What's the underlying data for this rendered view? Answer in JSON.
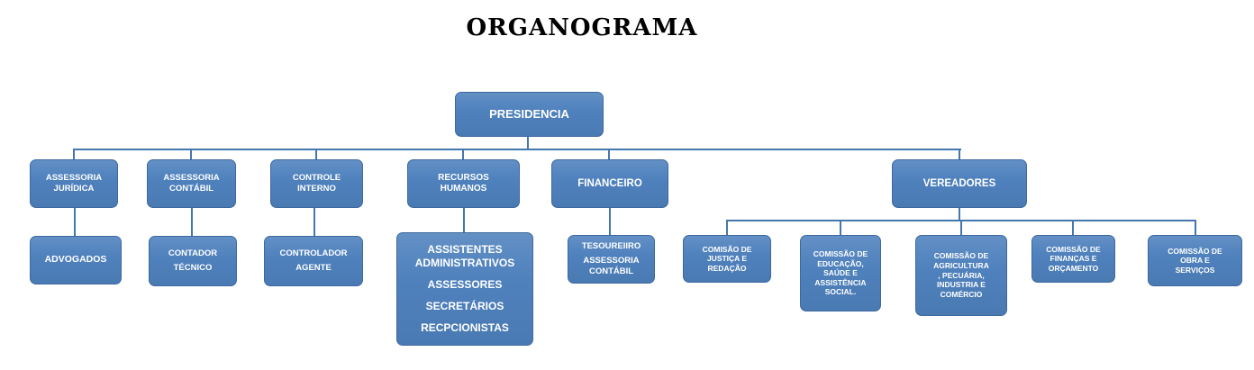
{
  "title": "ORGANOGRAMA",
  "palette": {
    "box_fill": "#4f81bd",
    "box_border": "#3e68a0",
    "connector_line": "#4577ad",
    "box_text": "#ffffff",
    "title_text": "#000000",
    "background": "#ffffff"
  },
  "nodes": {
    "presidencia": {
      "label": "PRESIDENCIA"
    },
    "assessoria_juridica": {
      "label": "ASSESSORIA\nJURÍDICA"
    },
    "assessoria_contabil": {
      "label": "ASSESSORIA\nCONTÁBIL"
    },
    "controle_interno": {
      "label": "CONTROLE\nINTERNO"
    },
    "recursos_humanos": {
      "label": "RECURSOS\nHUMANOS"
    },
    "financeiro": {
      "label": "FINANCEIRO"
    },
    "vereadores": {
      "label": "VEREADORES"
    },
    "advogados": {
      "label": "ADVOGADOS"
    },
    "contador_tecnico": {
      "label": "CONTADOR\nTÉCNICO"
    },
    "controlador_agente": {
      "label": "CONTROLADOR\nAGENTE"
    },
    "rh_staff": {
      "items": [
        "ASSISTENTES ADMINISTRATIVOS",
        "ASSESSORES",
        "SECRETÁRIOS",
        "RECPCIONISTAS"
      ]
    },
    "tesoureiro": {
      "items": [
        "TESOUREIIRO",
        "ASSESSORIA\nCONTÁBIL"
      ]
    },
    "comisao_justica": {
      "label": "COMISÃO DE\nJUSTIÇA E\nREDAÇÃO"
    },
    "comissao_educacao": {
      "label": "COMISSÃO DE\nEDUCAÇÃO,\nSAÚDE E\nASSISTÊNCIA\nSOCIAL."
    },
    "comissao_agricultura": {
      "label": "COMISSÃO DE\nAGRICULTURA\n, PECUÁRIA,\nINDUSTRIA E\nCOMÉRCIO"
    },
    "comissao_financas": {
      "label": "COMISSÃO DE\nFINANÇAS E\nORÇAMENTO"
    },
    "comissao_obra": {
      "label": "COMISSÃO DE\nOBRA E\nSERVIÇOS"
    }
  },
  "hierarchy": {
    "presidencia": [
      "assessoria_juridica",
      "assessoria_contabil",
      "controle_interno",
      "recursos_humanos",
      "financeiro",
      "vereadores"
    ],
    "assessoria_juridica": [
      "advogados"
    ],
    "assessoria_contabil": [
      "contador_tecnico"
    ],
    "controle_interno": [
      "controlador_agente"
    ],
    "recursos_humanos": [
      "rh_staff"
    ],
    "financeiro": [
      "tesoureiro"
    ],
    "vereadores": [
      "comisao_justica",
      "comissao_educacao",
      "comissao_agricultura",
      "comissao_financas",
      "comissao_obra"
    ]
  }
}
